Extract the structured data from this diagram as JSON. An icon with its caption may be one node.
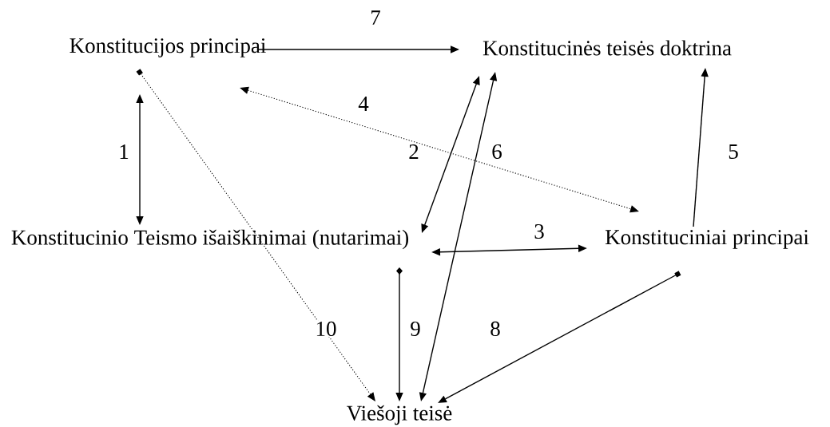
{
  "diagram": {
    "nodes": [
      {
        "text": [
          "Konstitucijos principai"
        ]
      },
      {
        "text": [
          "Konstitucinės teisės doktrina"
        ]
      },
      {
        "text": [
          "Konstitucinio Teismo išaiškinimai (nutarimai)"
        ]
      },
      {
        "text": [
          "Konstituciniai principai"
        ]
      },
      {
        "text": [
          "Viešoji teisė"
        ]
      }
    ],
    "edges": [
      {
        "from": 0,
        "to": 2,
        "arrow": "both",
        "label": "1"
      },
      {
        "from": 2,
        "to": 1,
        "arrow": "both",
        "label": "2"
      },
      {
        "from": 2,
        "to": 3,
        "arrow": "both",
        "label": "3"
      },
      {
        "from": 0,
        "to": 3,
        "arrow": "both",
        "label": "4",
        "style": "dashed"
      },
      {
        "from": 3,
        "to": 1,
        "arrow": "to",
        "label": "5"
      },
      {
        "from": 4,
        "to": 1,
        "arrow": "both",
        "label": "6"
      },
      {
        "from": 0,
        "to": 1,
        "arrow": "to",
        "label": "7"
      },
      {
        "from": 3,
        "to": 4,
        "arrow": "to",
        "label": "8"
      },
      {
        "from": 2,
        "to": 4,
        "arrow": "to",
        "label": "9"
      },
      {
        "from": 0,
        "to": 4,
        "arrow": "to",
        "label": "10",
        "style": "dashed"
      }
    ]
  }
}
